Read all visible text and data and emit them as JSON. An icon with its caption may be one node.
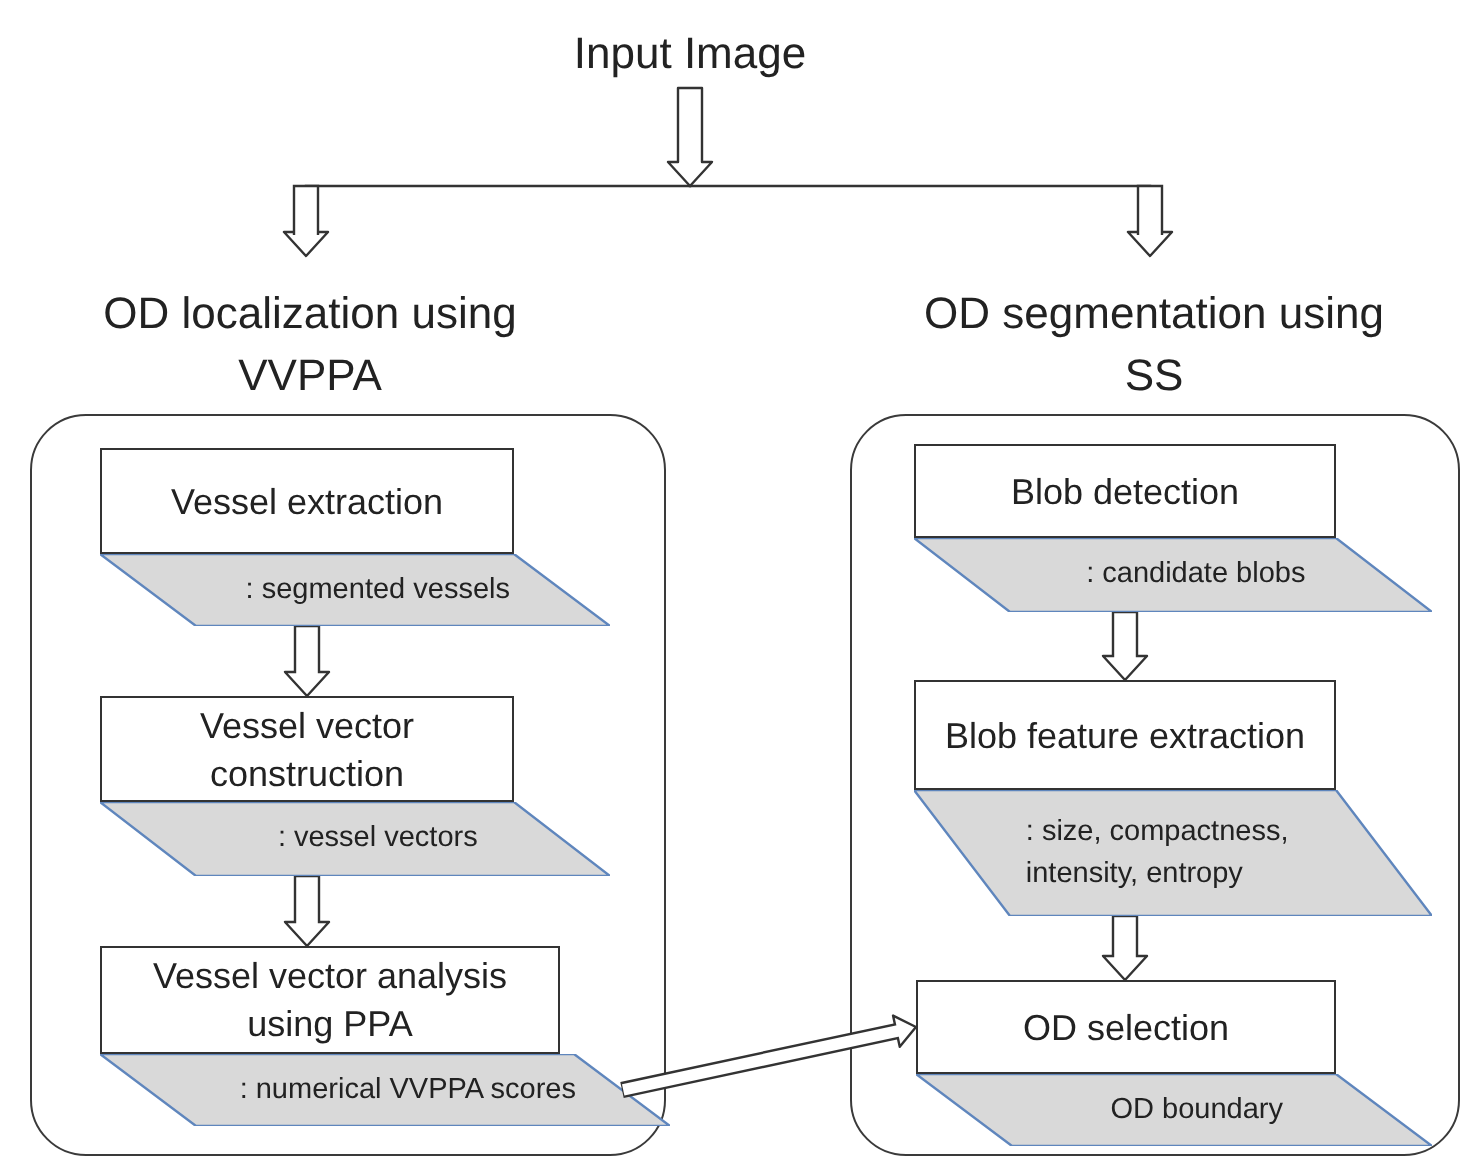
{
  "diagram": {
    "nodes": [
      {
        "text": [
          "Input Image"
        ]
      },
      {
        "text": [
          "OD localization using VVPPA"
        ]
      },
      {
        "text": [
          "Vessel extraction"
        ],
        "in": 1
      },
      {
        "text": [
          ": segmented vessels"
        ],
        "in": 1
      },
      {
        "text": [
          "Vessel vector construction"
        ],
        "in": 1
      },
      {
        "text": [
          ": vessel vectors"
        ],
        "in": 1
      },
      {
        "text": [
          "Vessel vector analysis using PPA"
        ],
        "in": 1
      },
      {
        "text": [
          ": numerical VVPPA scores"
        ],
        "in": 1
      },
      {
        "text": [
          "OD segmentation using SS"
        ]
      },
      {
        "text": [
          "Blob detection"
        ],
        "in": 8
      },
      {
        "text": [
          ": candidate blobs"
        ],
        "in": 8
      },
      {
        "text": [
          "Blob feature extraction"
        ],
        "in": 8
      },
      {
        "text": [
          ": size, compactness, intensity, entropy"
        ],
        "in": 8
      },
      {
        "text": [
          "OD selection"
        ],
        "in": 8
      },
      {
        "text": [
          "OD boundary"
        ],
        "in": 8
      }
    ],
    "edges": [
      {
        "from": 0,
        "to": 1,
        "arrow": "to"
      },
      {
        "from": 0,
        "to": 8,
        "arrow": "to"
      },
      {
        "from": 3,
        "to": 4,
        "arrow": "to"
      },
      {
        "from": 5,
        "to": 6,
        "arrow": "to"
      },
      {
        "from": 10,
        "to": 11,
        "arrow": "to"
      },
      {
        "from": 12,
        "to": 13,
        "arrow": "to"
      },
      {
        "from": 7,
        "to": 13,
        "arrow": "to"
      }
    ]
  }
}
